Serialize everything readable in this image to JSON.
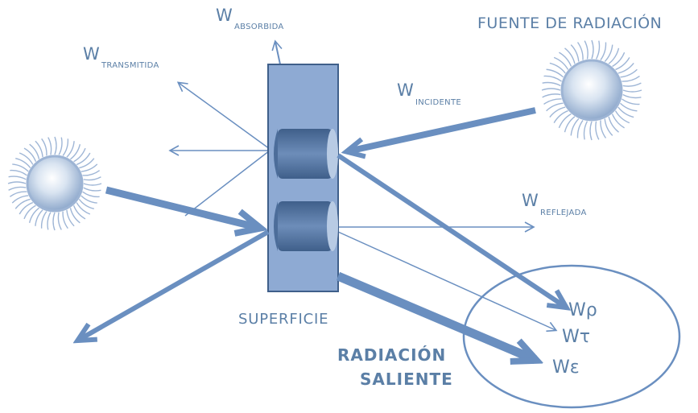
{
  "labels": {
    "absorbed_w": "W",
    "absorbed_sub": "ABSORBIDA",
    "transmitted_w": "W",
    "transmitted_sub": "TRANSMITIDA",
    "incident_w": "W",
    "incident_sub": "INCIDENTE",
    "reflected_w": "W",
    "reflected_sub": "REFLEJADA",
    "source": "FUENTE DE RADIACIÓN",
    "surface": "SUPERFICIE",
    "outgoing_line1": "RADIACIÓN",
    "outgoing_line2": "SALIENTE",
    "w_rho": "Wρ",
    "w_tau": "Wτ",
    "w_eps": "Wε"
  },
  "colors": {
    "arrow": "#6a8fc0",
    "surface_fill": "#8eaad3",
    "surface_stroke": "#3f5f8a",
    "text": "#5b7fa6",
    "sun_core": "#a9bfdc"
  }
}
